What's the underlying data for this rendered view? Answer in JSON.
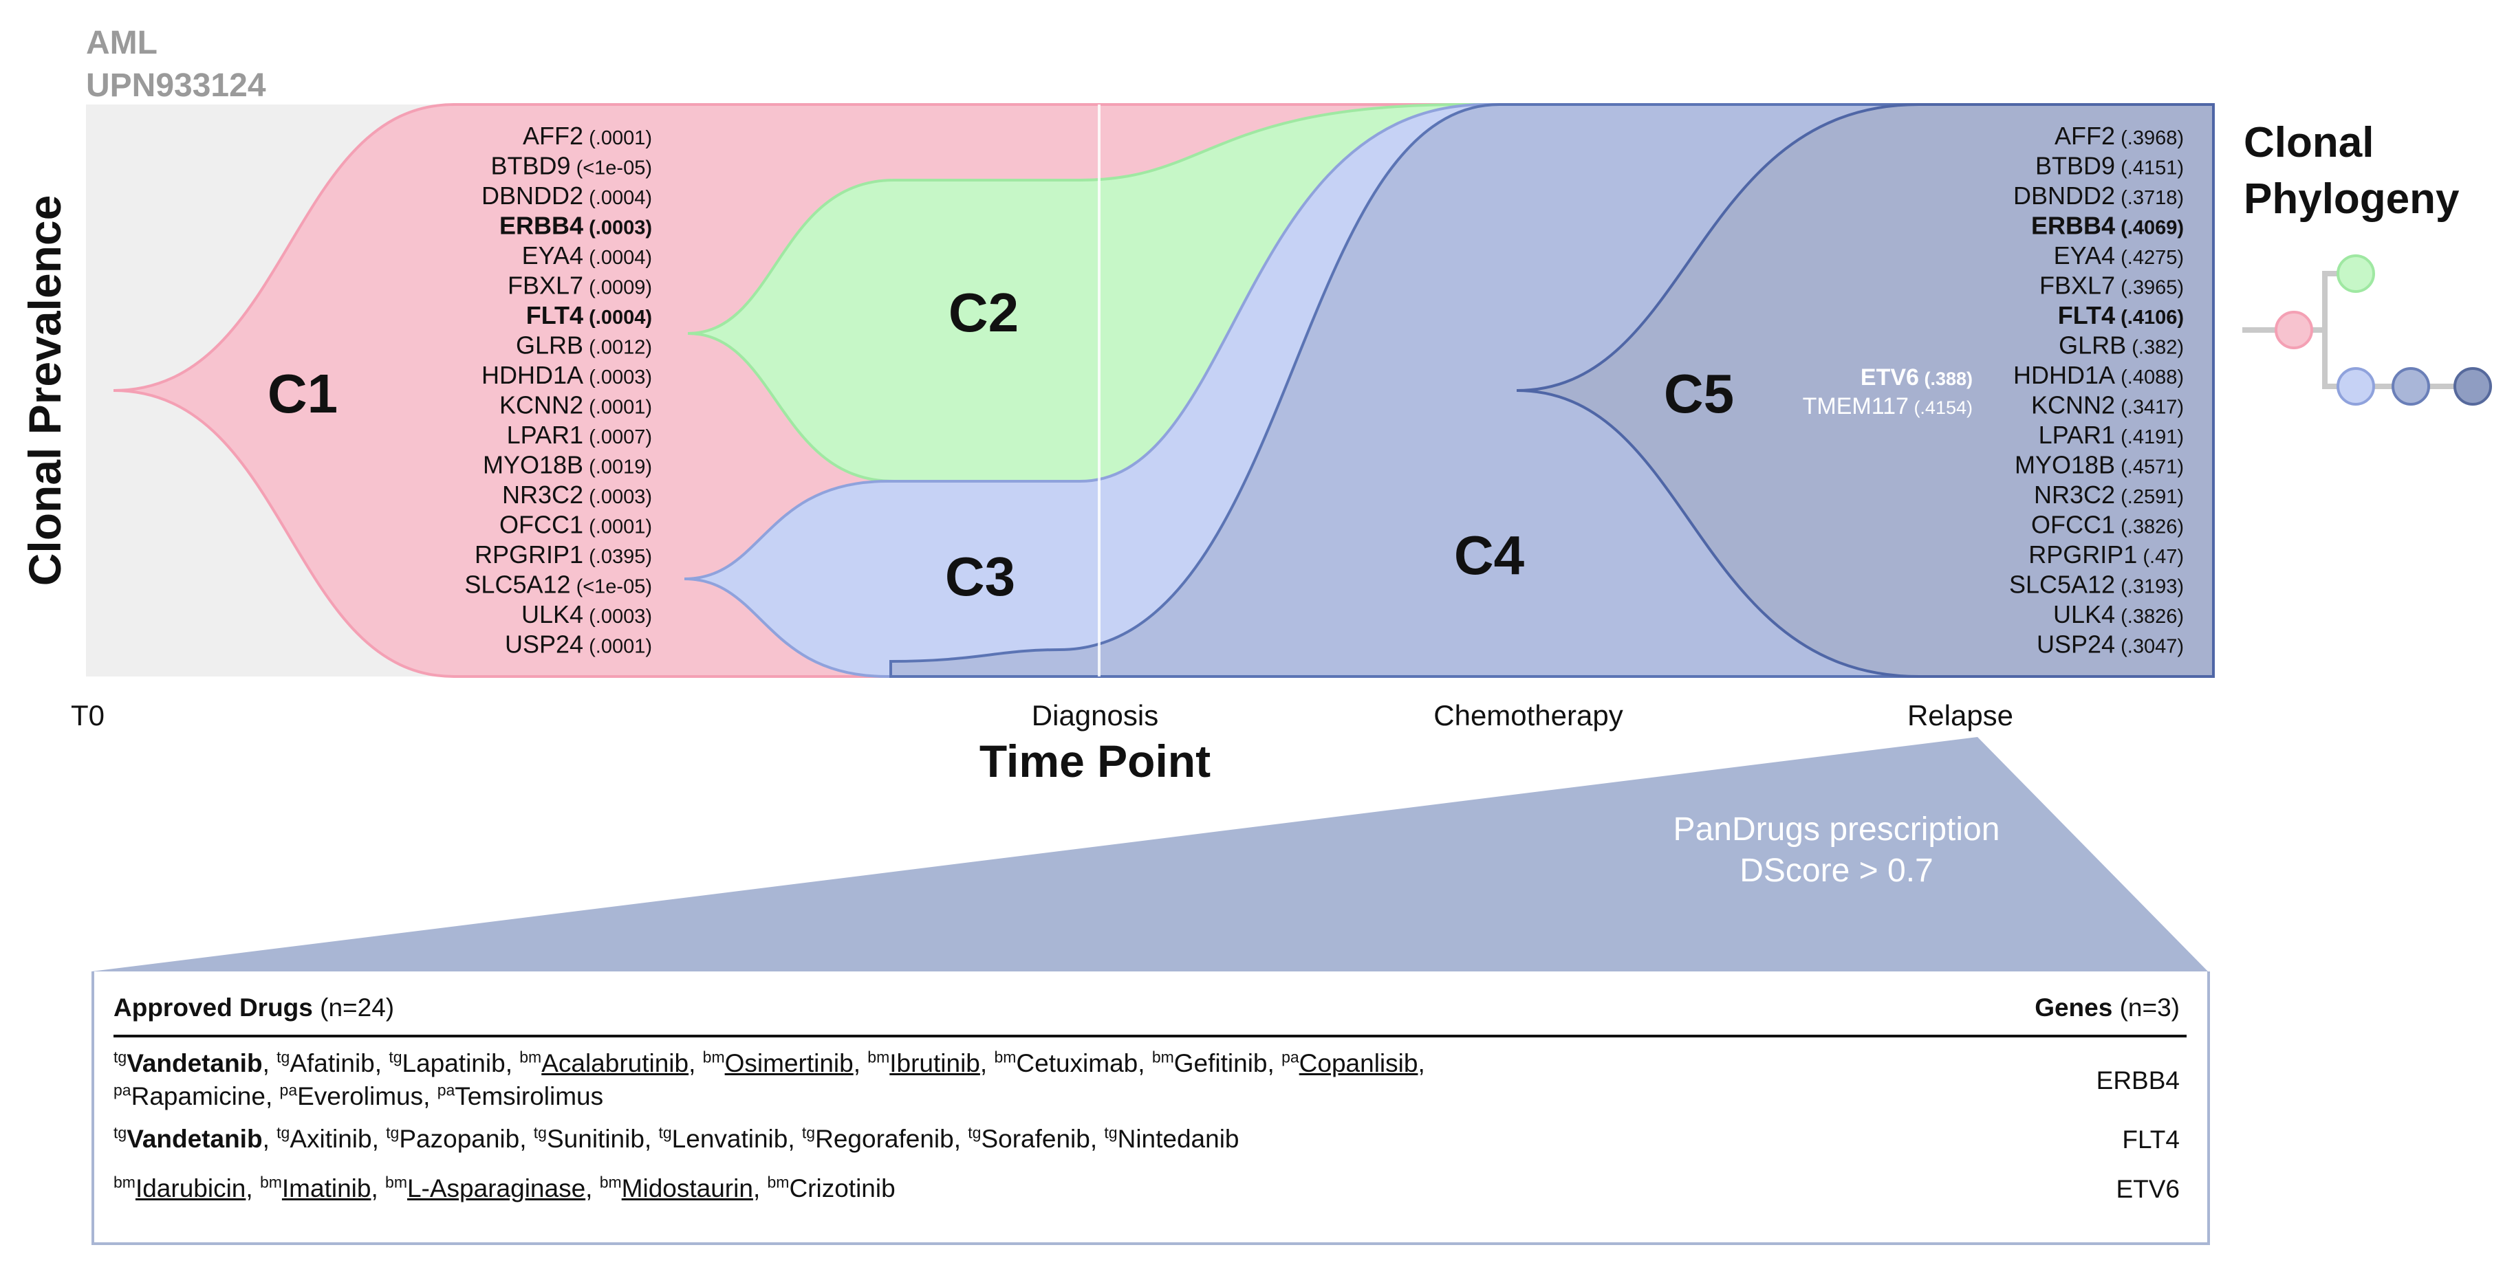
{
  "header": {
    "disease": "AML",
    "patient_id": "UPN933124"
  },
  "axes": {
    "y_label": "Clonal Prevalence",
    "x_label": "Time Point",
    "time_points": [
      "T0",
      "Diagnosis",
      "Chemotherapy",
      "Relapse"
    ]
  },
  "clones": [
    {
      "id": "C1",
      "color": "#f7c3cf",
      "edge": "#f4a0b4"
    },
    {
      "id": "C2",
      "color": "#c6f7c7",
      "edge": "#9fe8a2"
    },
    {
      "id": "C3",
      "color": "#c6d2f5",
      "edge": "#8fa2dc"
    },
    {
      "id": "C4",
      "color": "#b1bde0",
      "edge": "#5b74b4"
    },
    {
      "id": "C5",
      "color": "#a7b1cf",
      "edge": "#4f66a6"
    }
  ],
  "background_color": "#efefef",
  "genes_T0": [
    {
      "gene": "AFF2",
      "value": "(.0001)",
      "bold": false
    },
    {
      "gene": "BTBD9",
      "value": "(<1e-05)",
      "bold": false
    },
    {
      "gene": "DBNDD2",
      "value": "(.0004)",
      "bold": false
    },
    {
      "gene": "ERBB4",
      "value": "(.0003)",
      "bold": true
    },
    {
      "gene": "EYA4",
      "value": "(.0004)",
      "bold": false
    },
    {
      "gene": "FBXL7",
      "value": "(.0009)",
      "bold": false
    },
    {
      "gene": "FLT4",
      "value": "(.0004)",
      "bold": true
    },
    {
      "gene": "GLRB",
      "value": "(.0012)",
      "bold": false
    },
    {
      "gene": "HDHD1A",
      "value": "(.0003)",
      "bold": false
    },
    {
      "gene": "KCNN2",
      "value": "(.0001)",
      "bold": false
    },
    {
      "gene": "LPAR1",
      "value": "(.0007)",
      "bold": false
    },
    {
      "gene": "MYO18B",
      "value": "(.0019)",
      "bold": false
    },
    {
      "gene": "NR3C2",
      "value": "(.0003)",
      "bold": false
    },
    {
      "gene": "OFCC1",
      "value": "(.0001)",
      "bold": false
    },
    {
      "gene": "RPGRIP1",
      "value": "(.0395)",
      "bold": false
    },
    {
      "gene": "SLC5A12",
      "value": "(<1e-05)",
      "bold": false
    },
    {
      "gene": "ULK4",
      "value": "(.0003)",
      "bold": false
    },
    {
      "gene": "USP24",
      "value": "(.0001)",
      "bold": false
    }
  ],
  "genes_relapse": [
    {
      "gene": "AFF2",
      "value": "(.3968)",
      "bold": false
    },
    {
      "gene": "BTBD9",
      "value": "(.4151)",
      "bold": false
    },
    {
      "gene": "DBNDD2",
      "value": "(.3718)",
      "bold": false
    },
    {
      "gene": "ERBB4",
      "value": "(.4069)",
      "bold": true
    },
    {
      "gene": "EYA4",
      "value": "(.4275)",
      "bold": false
    },
    {
      "gene": "FBXL7",
      "value": "(.3965)",
      "bold": false
    },
    {
      "gene": "FLT4",
      "value": "(.4106)",
      "bold": true
    },
    {
      "gene": "GLRB",
      "value": "(.382)",
      "bold": false
    },
    {
      "gene": "HDHD1A",
      "value": "(.4088)",
      "bold": false
    },
    {
      "gene": "KCNN2",
      "value": "(.3417)",
      "bold": false
    },
    {
      "gene": "LPAR1",
      "value": "(.4191)",
      "bold": false
    },
    {
      "gene": "MYO18B",
      "value": "(.4571)",
      "bold": false
    },
    {
      "gene": "NR3C2",
      "value": "(.2591)",
      "bold": false
    },
    {
      "gene": "OFCC1",
      "value": "(.3826)",
      "bold": false
    },
    {
      "gene": "RPGRIP1",
      "value": "(.47)",
      "bold": false
    },
    {
      "gene": "SLC5A12",
      "value": "(.3193)",
      "bold": false
    },
    {
      "gene": "ULK4",
      "value": "(.3826)",
      "bold": false
    },
    {
      "gene": "USP24",
      "value": "(.3047)",
      "bold": false
    }
  ],
  "c5_genes": [
    {
      "gene": "ETV6",
      "value": "(.388)",
      "bold": true
    },
    {
      "gene": "TMEM117",
      "value": "(.4154)",
      "bold": false
    }
  ],
  "phylogeny": {
    "title_line1": "Clonal",
    "title_line2": "Phylogeny",
    "node_colors": [
      "#f7c3cf",
      "#c6f7c7",
      "#c6d2f5",
      "#a9b6d8",
      "#8f9dc2"
    ],
    "node_edges": [
      "#f4a0b4",
      "#9fe8a2",
      "#8fa2dc",
      "#6a7fb8",
      "#56699c"
    ]
  },
  "prescription": {
    "line1": "PanDrugs prescription",
    "line2": "DScore > 0.7"
  },
  "table": {
    "header_left_bold": "Approved Drugs",
    "header_left_count": "(n=24)",
    "header_right_bold": "Genes",
    "header_right_count": "(n=3)",
    "rows": [
      {
        "gene": "ERBB4",
        "drugs": [
          {
            "pre": "tg",
            "name": "Vandetanib",
            "bold": true,
            "underline": false
          },
          {
            "pre": "tg",
            "name": "Afatinib",
            "bold": false,
            "underline": false
          },
          {
            "pre": "tg",
            "name": "Lapatinib",
            "bold": false,
            "underline": false
          },
          {
            "pre": "bm",
            "name": "Acalabrutinib",
            "bold": false,
            "underline": true
          },
          {
            "pre": "bm",
            "name": "Osimertinib",
            "bold": false,
            "underline": true
          },
          {
            "pre": "bm",
            "name": "Ibrutinib",
            "bold": false,
            "underline": true
          },
          {
            "pre": "bm",
            "name": "Cetuximab",
            "bold": false,
            "underline": false
          },
          {
            "pre": "bm",
            "name": "Gefitinib",
            "bold": false,
            "underline": false
          },
          {
            "pre": "pa",
            "name": "Copanlisib",
            "bold": false,
            "underline": true
          },
          {
            "pre": "pa",
            "name": "Rapamicine",
            "bold": false,
            "underline": false
          },
          {
            "pre": "pa",
            "name": "Everolimus",
            "bold": false,
            "underline": false
          },
          {
            "pre": "pa",
            "name": "Temsirolimus",
            "bold": false,
            "underline": false
          }
        ]
      },
      {
        "gene": "FLT4",
        "drugs": [
          {
            "pre": "tg",
            "name": "Vandetanib",
            "bold": true,
            "underline": false
          },
          {
            "pre": "tg",
            "name": "Axitinib",
            "bold": false,
            "underline": false
          },
          {
            "pre": "tg",
            "name": "Pazopanib",
            "bold": false,
            "underline": false
          },
          {
            "pre": "tg",
            "name": "Sunitinib",
            "bold": false,
            "underline": false
          },
          {
            "pre": "tg",
            "name": "Lenvatinib",
            "bold": false,
            "underline": false
          },
          {
            "pre": "tg",
            "name": "Regorafenib",
            "bold": false,
            "underline": false
          },
          {
            "pre": "tg",
            "name": "Sorafenib",
            "bold": false,
            "underline": false
          },
          {
            "pre": "tg",
            "name": "Nintedanib",
            "bold": false,
            "underline": false
          }
        ]
      },
      {
        "gene": "ETV6",
        "drugs": [
          {
            "pre": "bm",
            "name": "Idarubicin",
            "bold": false,
            "underline": true
          },
          {
            "pre": "bm",
            "name": "Imatinib",
            "bold": false,
            "underline": true
          },
          {
            "pre": "bm",
            "name": "L-Asparaginase",
            "bold": false,
            "underline": true
          },
          {
            "pre": "bm",
            "name": "Midostaurin",
            "bold": false,
            "underline": true
          },
          {
            "pre": "bm",
            "name": "Crizotinib",
            "bold": false,
            "underline": false
          }
        ]
      }
    ]
  }
}
